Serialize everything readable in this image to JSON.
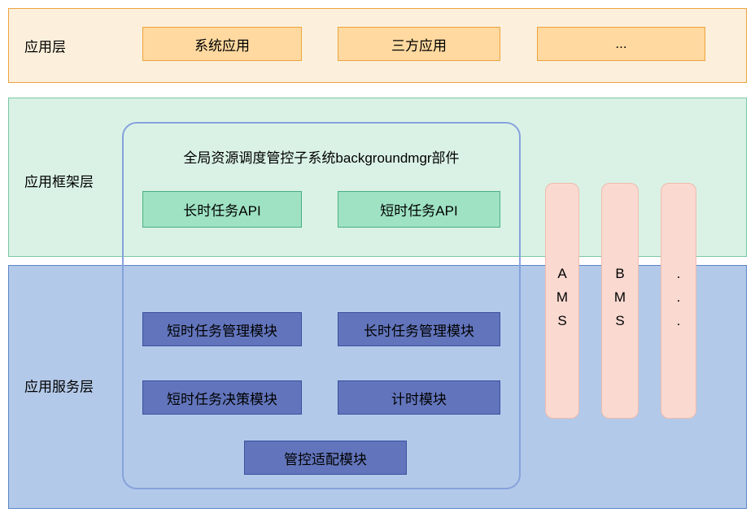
{
  "diagram": {
    "layers": {
      "app": {
        "label": "应用层",
        "boxes": [
          "系统应用",
          "三方应用",
          "..."
        ]
      },
      "framework": {
        "label": "应用框架层"
      },
      "service": {
        "label": "应用服务层"
      }
    },
    "subsystem": {
      "title": "全局资源调度管控子系统backgroundmgr部件",
      "api_boxes": [
        "长时任务API",
        "短时任务API"
      ],
      "modules": [
        "短时任务管理模块",
        "长时任务管理模块",
        "短时任务决策模块",
        "计时模块",
        "管控适配模块"
      ]
    },
    "pillars": [
      "AMS",
      "BMS",
      "..."
    ],
    "colors": {
      "app_band_fill": "#FCF0DC",
      "app_band_border": "#EDA33C",
      "app_box_fill": "#FFD9A0",
      "framework_band_fill": "#DAF2E6",
      "framework_band_border": "#7BC7A0",
      "api_box_fill": "#9EE2C3",
      "api_box_border": "#4CAF82",
      "service_band_fill": "#B3C9E9",
      "service_band_border": "#5B85C8",
      "module_box_fill": "#6275BC",
      "module_box_border": "#38509F",
      "subsystem_border": "#86A2DB",
      "pillar_fill": "#FAD9D1",
      "pillar_border": "#EFBBAC"
    }
  }
}
